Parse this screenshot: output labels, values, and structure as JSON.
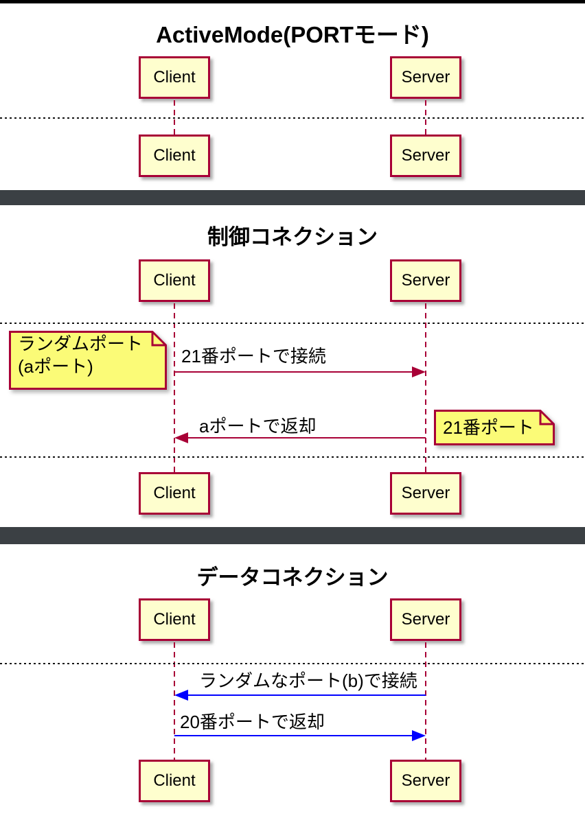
{
  "colors": {
    "participant_fill": "#FEFECE",
    "participant_border": "#A80036",
    "note_fill": "#FBFB77",
    "lifeline": "#A80036",
    "arrow_red": "#A80036",
    "arrow_blue": "#0000FF",
    "section_bar": "#3B4044",
    "top_bar": "#000000"
  },
  "sections": [
    {
      "title": "ActiveMode(PORTモード)",
      "participants_top": [
        "Client",
        "Server"
      ],
      "participants_bottom": [
        "Client",
        "Server"
      ]
    },
    {
      "title": "制御コネクション",
      "participants_top": [
        "Client",
        "Server"
      ],
      "participants_bottom": [
        "Client",
        "Server"
      ],
      "notes": [
        {
          "lines": [
            "ランダムポート",
            "(aポート)"
          ]
        },
        {
          "lines": [
            "21番ポート"
          ]
        }
      ],
      "messages": [
        {
          "label": "21番ポートで接続",
          "from": "Client",
          "to": "Server",
          "color": "#A80036"
        },
        {
          "label": "aポートで返却",
          "from": "Server",
          "to": "Client",
          "color": "#A80036"
        }
      ]
    },
    {
      "title": "データコネクション",
      "participants_top": [
        "Client",
        "Server"
      ],
      "participants_bottom": [
        "Client",
        "Server"
      ],
      "messages": [
        {
          "label": "ランダムなポート(b)で接続",
          "from": "Server",
          "to": "Client",
          "color": "#0000FF"
        },
        {
          "label": "20番ポートで返却",
          "from": "Client",
          "to": "Server",
          "color": "#0000FF"
        }
      ]
    }
  ]
}
